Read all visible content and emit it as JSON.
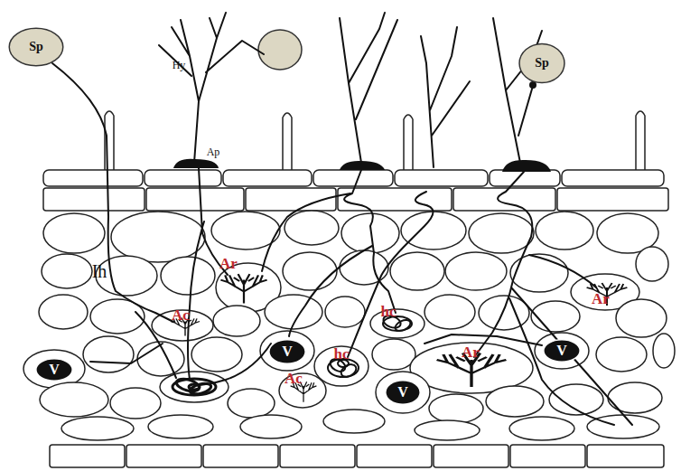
{
  "diagram": {
    "nodes": [
      {
        "text": [
          "Sp"
        ]
      },
      {
        "text": [
          "Sp"
        ]
      },
      {
        "text": [
          "V"
        ]
      },
      {
        "text": [
          "V"
        ]
      },
      {
        "text": [
          "V"
        ]
      },
      {
        "text": [
          "V"
        ]
      }
    ],
    "labels": [
      "Hy",
      "Ap",
      "Ih",
      "Ar",
      "Ar",
      "hc",
      "Ac",
      "Ar",
      "hc",
      "Ac"
    ]
  }
}
